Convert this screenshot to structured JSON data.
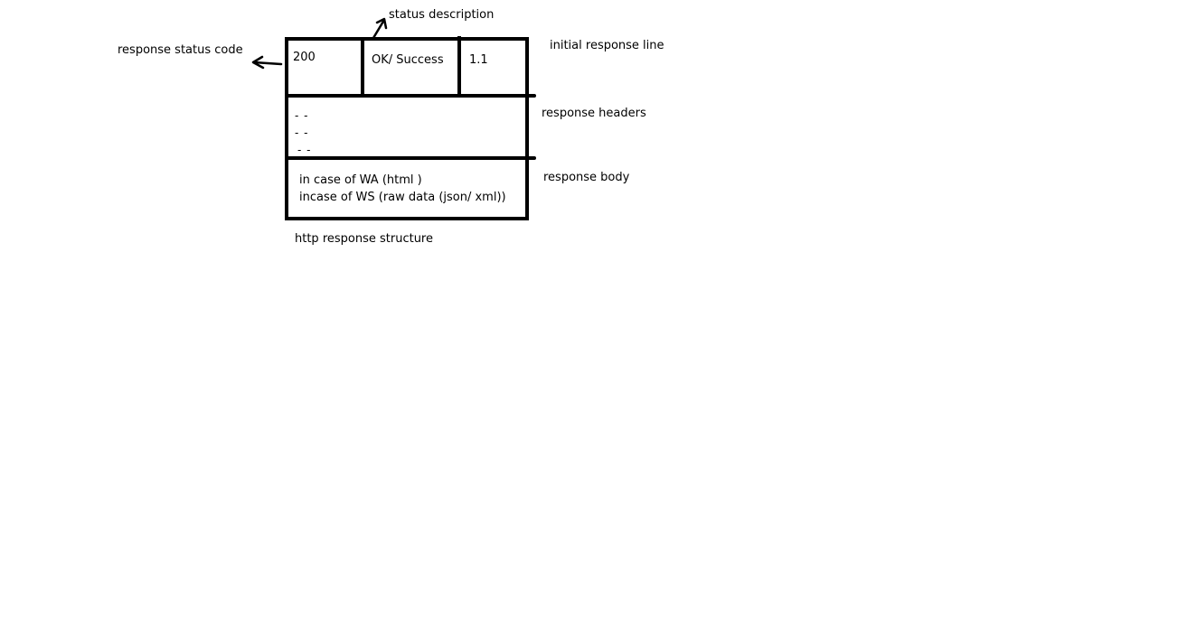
{
  "labels": {
    "status_description": "status description",
    "response_status_code": "response status code",
    "initial_response_line": "initial response line",
    "response_headers": "response headers",
    "response_body": "response body",
    "caption": "http response structure"
  },
  "status_line": {
    "code": "200",
    "description": "OK/ Success",
    "version": "1.1"
  },
  "headers": {
    "lines": [
      "- -",
      "- -",
      "- -"
    ]
  },
  "body": {
    "lines": [
      "in case of WA (html )",
      "incase of WS (raw data (json/ xml))"
    ]
  }
}
